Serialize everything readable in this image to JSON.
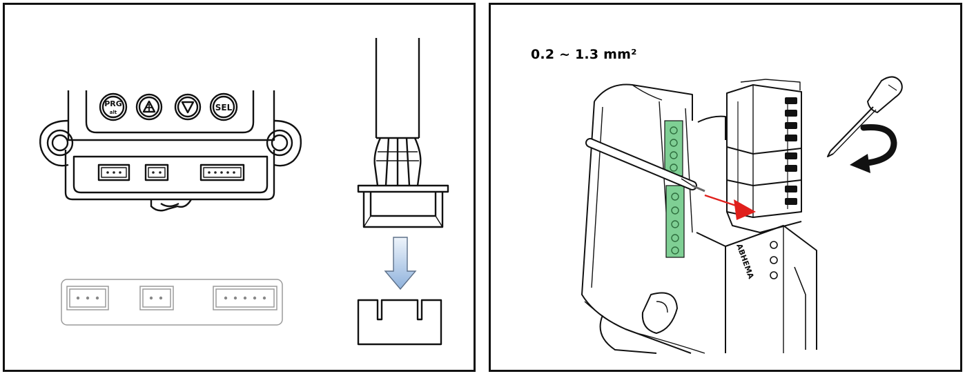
{
  "left_panel": {
    "keypad": {
      "btn_prg_top": "PRG",
      "btn_prg_bottom": "alt",
      "btn_sel": "SEL"
    }
  },
  "right_panel": {
    "wire_size_label": "0.2 ~ 1.3 mm²",
    "device_brand_text": "ABHEMA"
  },
  "colors": {
    "outline": "#111111",
    "arrow_blue_top": "#eef4fb",
    "arrow_blue_bottom": "#8fb2dc",
    "terminal_green": "#7fcf94",
    "insert_arrow_red": "#e0201c"
  },
  "icons": [
    "up-triangle-icon",
    "down-triangle-icon",
    "down-arrow-icon",
    "screwdriver-icon",
    "curved-arrow-icon",
    "red-arrow-icon"
  ]
}
